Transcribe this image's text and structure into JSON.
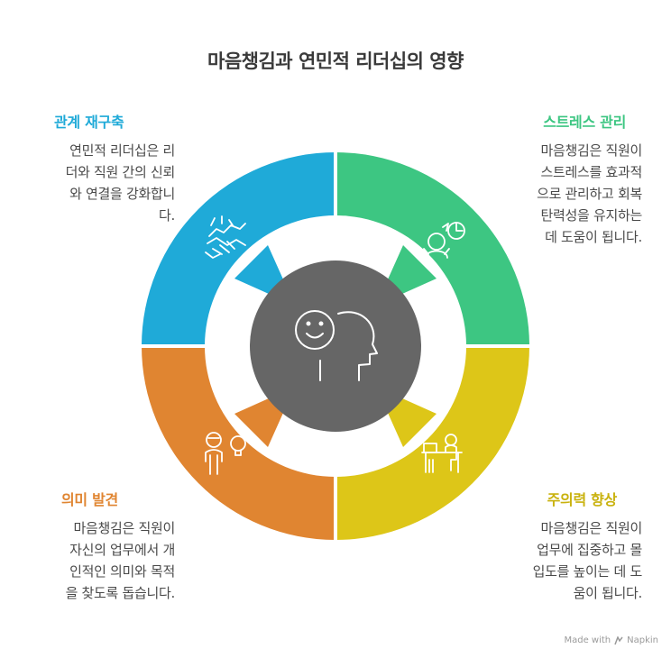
{
  "title": "마음챙김과 연민적 리더십의 영향",
  "colors": {
    "top_left": "#1FAAD8",
    "top_right": "#3DC682",
    "bottom_right": "#DDC618",
    "bottom_left": "#E08531",
    "center": "#666666"
  },
  "sections": {
    "top_left": {
      "heading": "관계 재구축",
      "lines": [
        "연민적 리더십은 리",
        "더와 직원 간의 신뢰",
        "와 연결을 강화합니",
        "다."
      ],
      "icon": "handshake-icon"
    },
    "top_right": {
      "heading": "스트레스 관리",
      "lines": [
        "마음챙김은 직원이",
        "스트레스를 효과적",
        "으로 관리하고 회복",
        "탄력성을 유지하는",
        "데 도움이 됩니다."
      ],
      "icon": "stressed-person-icon"
    },
    "bottom_right": {
      "heading": "주의력 향상",
      "lines": [
        "마음챙김은 직원이",
        "업무에 집중하고 몰",
        "입도를 높이는 데 도",
        "움이 됩니다."
      ],
      "icon": "person-at-desk-icon"
    },
    "bottom_left": {
      "heading": "의미 발견",
      "lines": [
        "마음챙김은 직원이",
        "자신의 업무에서 개",
        "인적인 의미와 목적",
        "을 찾도록 돕습니다."
      ],
      "icon": "person-idea-icon"
    },
    "center": {
      "icon": "mindful-head-icon"
    }
  },
  "footer": {
    "text": "Made with",
    "brand": "Napkin"
  }
}
